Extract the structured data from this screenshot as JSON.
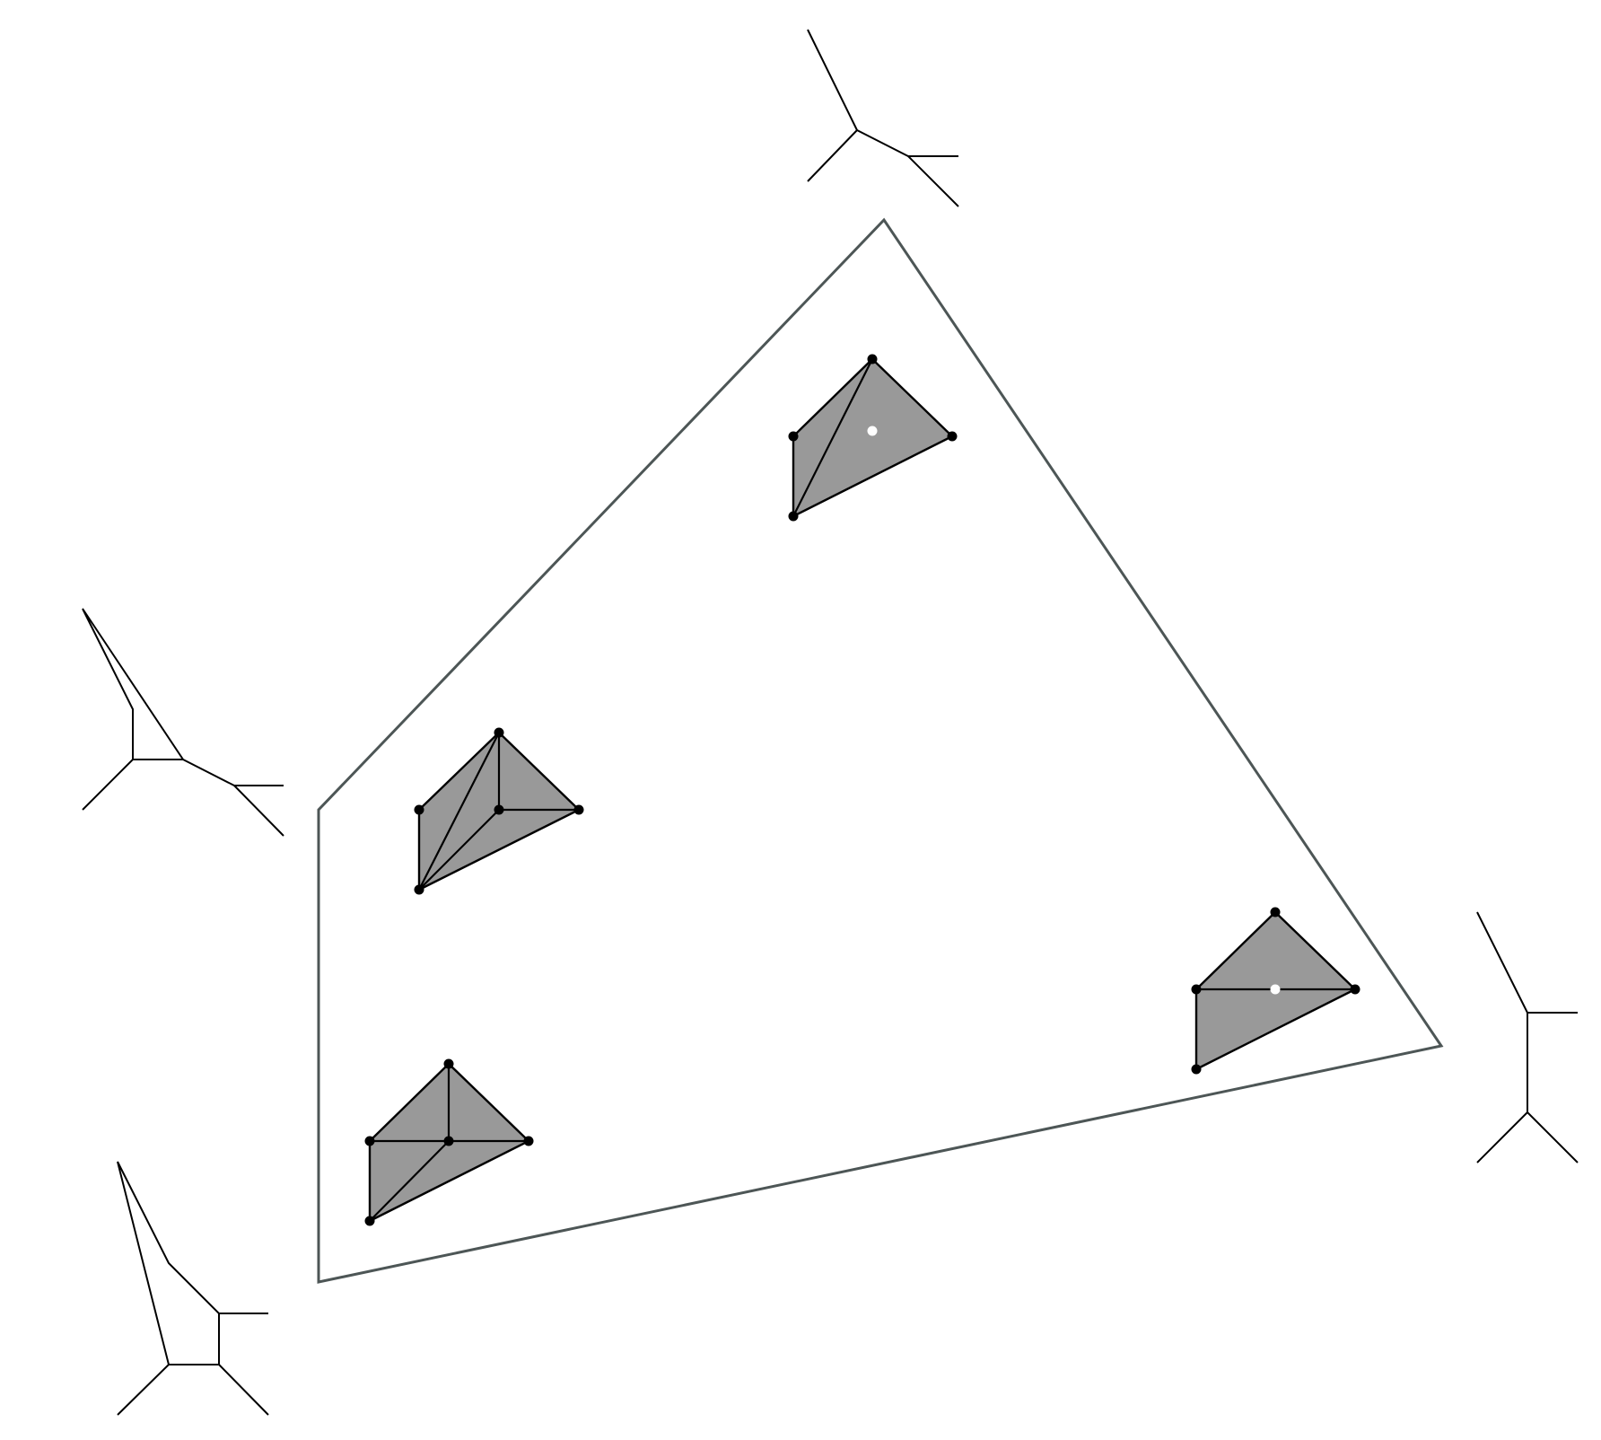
{
  "colors": {
    "background": "#ffffff",
    "outline": "#4d5656",
    "tile_fill": "#999999",
    "edge": "#000000",
    "vertex": "#000000",
    "marked_point": "#ffffff",
    "tropical_curve": "#000000"
  },
  "icons": {
    "vertex": "filled-black-dot",
    "marked_point": "filled-white-dot"
  },
  "counts": {
    "subdivided_polygons": 4,
    "tropical_curves": 4,
    "marked_points": 2
  }
}
